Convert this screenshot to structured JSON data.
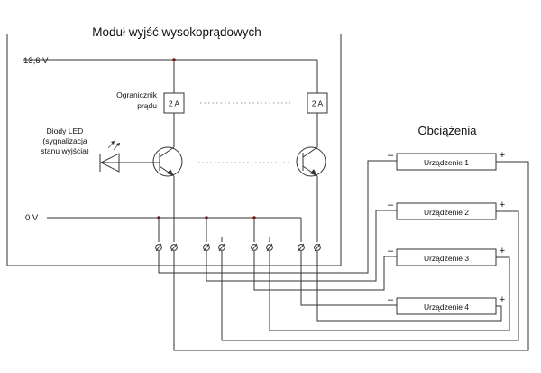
{
  "module_title": "Moduł wyjść wysokoprądowych",
  "loads_title": "Obciążenia",
  "rail_top": "13,6 V",
  "rail_bottom": "0 V",
  "limiter_label": [
    "Ogranicznik",
    "prądu"
  ],
  "fuse_labels": [
    "2 A",
    "2 A"
  ],
  "led_label": [
    "Diody LED",
    "(sygnalizacja",
    "stanu wyjścia)"
  ],
  "devices": [
    {
      "label": "Urządzenie 1",
      "minus": "–",
      "plus": "+"
    },
    {
      "label": "Urządzenie 2",
      "minus": "–",
      "plus": "+"
    },
    {
      "label": "Urządzenie 3",
      "minus": "–",
      "plus": "+"
    },
    {
      "label": "Urządzenie 4",
      "minus": "–",
      "plus": "+"
    }
  ]
}
